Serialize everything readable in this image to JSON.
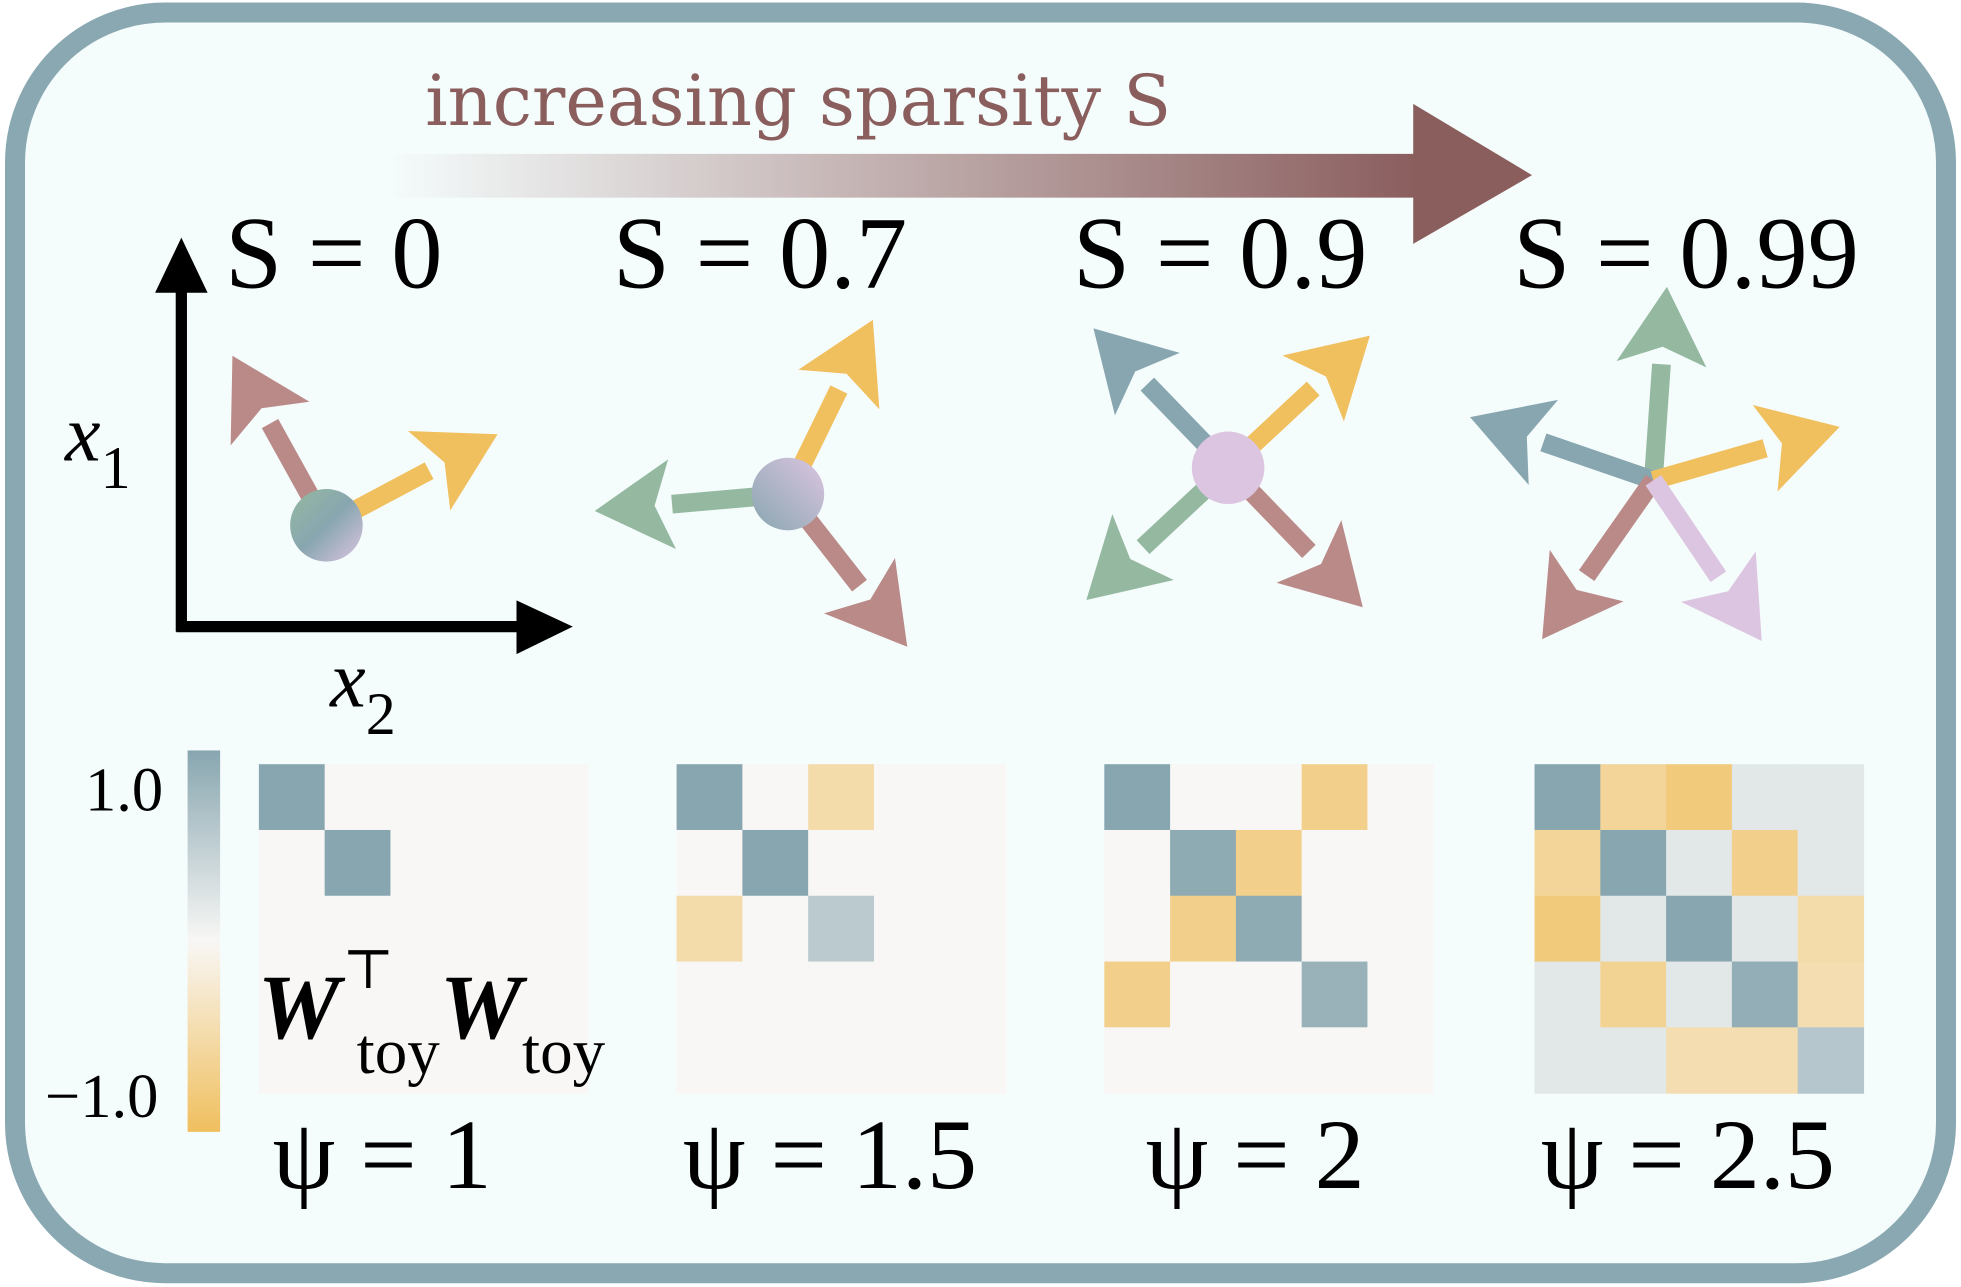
{
  "title": "increasing sparsity S",
  "colors": {
    "frame": "#8aa8b2",
    "background": "#f5fcfc",
    "title": "#8b5e5e",
    "pink": "#b98a87",
    "yellow": "#f0bf5e",
    "green": "#94b9a0",
    "blue": "#88a6b0",
    "lilac": "#dcc5e0"
  },
  "axes": {
    "y_label": "x",
    "y_sub": "1",
    "x_label": "x",
    "x_sub": "2"
  },
  "sparsity_panels": [
    {
      "label": "S = 0",
      "features": [
        {
          "angle_deg": 119,
          "color": "pink"
        },
        {
          "angle_deg": 28,
          "color": "yellow"
        }
      ],
      "center": "gradient"
    },
    {
      "label": "S = 0.7",
      "features": [
        {
          "angle_deg": 64,
          "color": "yellow"
        },
        {
          "angle_deg": 185,
          "color": "green"
        },
        {
          "angle_deg": 308,
          "color": "pink"
        }
      ],
      "center": "gradient"
    },
    {
      "label": "S = 0.9",
      "features": [
        {
          "angle_deg": 134,
          "color": "blue"
        },
        {
          "angle_deg": 43,
          "color": "yellow"
        },
        {
          "angle_deg": 223,
          "color": "green"
        },
        {
          "angle_deg": 314,
          "color": "pink"
        }
      ],
      "center": "lilac"
    },
    {
      "label": "S = 0.99",
      "features": [
        {
          "angle_deg": 86,
          "color": "green"
        },
        {
          "angle_deg": 161,
          "color": "blue"
        },
        {
          "angle_deg": 16,
          "color": "yellow"
        },
        {
          "angle_deg": 235,
          "color": "pink"
        },
        {
          "angle_deg": 304,
          "color": "lilac"
        }
      ],
      "center": "none"
    }
  ],
  "colorbar": {
    "max_label": "1.0",
    "min_label": "−1.0",
    "range": [
      -1.0,
      1.0
    ]
  },
  "matrix_label": {
    "w": "W",
    "transpose": "⊤",
    "sub": "toy"
  },
  "chart_data": {
    "type": "heatmap",
    "panels": [
      {
        "label": "ψ = 1",
        "values": [
          [
            1,
            0,
            0,
            0,
            0
          ],
          [
            0,
            1,
            0,
            0,
            0
          ],
          [
            0,
            0,
            0,
            0,
            0
          ],
          [
            0,
            0,
            0,
            0,
            0
          ],
          [
            0,
            0,
            0,
            0,
            0
          ]
        ]
      },
      {
        "label": "ψ = 1.5",
        "values": [
          [
            1,
            0,
            -0.5,
            0,
            0
          ],
          [
            0,
            1,
            0,
            0,
            0
          ],
          [
            -0.5,
            0,
            0.55,
            0,
            0
          ],
          [
            0,
            0,
            0,
            0,
            0
          ],
          [
            0,
            0,
            0,
            0,
            0
          ]
        ]
      },
      {
        "label": "ψ = 2",
        "values": [
          [
            1,
            0,
            0,
            -0.7,
            0
          ],
          [
            0,
            0.95,
            -0.7,
            0,
            0
          ],
          [
            0,
            -0.7,
            0.95,
            0,
            0
          ],
          [
            -0.7,
            0,
            0,
            0.85,
            0
          ],
          [
            0,
            0,
            0,
            0,
            0
          ]
        ]
      },
      {
        "label": "ψ = 2.5",
        "values": [
          [
            1,
            -0.6,
            -0.8,
            0.2,
            0.2
          ],
          [
            -0.6,
            1,
            0.2,
            -0.7,
            0.2
          ],
          [
            -0.8,
            0.2,
            1,
            0.2,
            -0.5
          ],
          [
            0.2,
            -0.65,
            0.2,
            0.9,
            -0.45
          ],
          [
            0.2,
            0.2,
            -0.45,
            -0.45,
            0.6
          ]
        ]
      }
    ],
    "vmin": -1.0,
    "vmax": 1.0
  }
}
